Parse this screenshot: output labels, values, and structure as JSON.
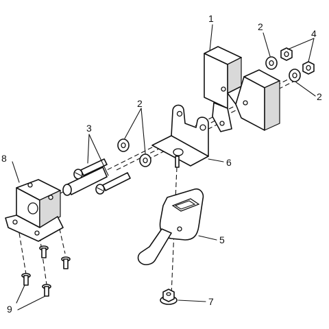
{
  "callouts": [
    {
      "id": "c1",
      "label": "1"
    },
    {
      "id": "c2a",
      "label": "2"
    },
    {
      "id": "c4",
      "label": "4"
    },
    {
      "id": "c2b",
      "label": "2"
    },
    {
      "id": "c3",
      "label": "3"
    },
    {
      "id": "c2c",
      "label": "2"
    },
    {
      "id": "c8",
      "label": "8"
    },
    {
      "id": "c6",
      "label": "6"
    },
    {
      "id": "c5",
      "label": "5"
    },
    {
      "id": "c9",
      "label": "9"
    },
    {
      "id": "c7",
      "label": "7"
    }
  ]
}
